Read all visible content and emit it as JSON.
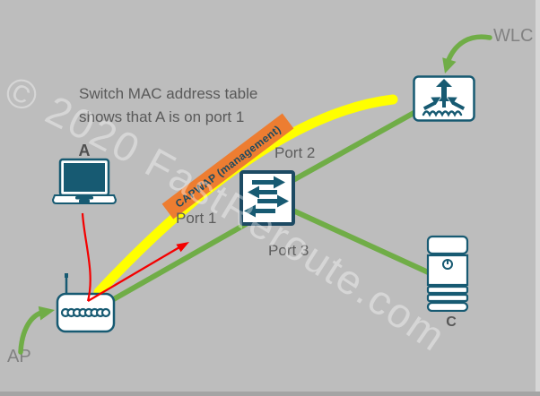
{
  "title": {
    "line1": "Switch MAC address table",
    "line2": "shows that A is on port 1"
  },
  "devices": {
    "laptop": {
      "label": "A",
      "icon": "laptop-icon"
    },
    "ap": {
      "label": "AP",
      "icon": "access-point-icon"
    },
    "wlc": {
      "label": "WLC",
      "icon": "wireless-lan-controller-icon"
    },
    "switch": {
      "icon": "switch-icon"
    },
    "server": {
      "label": "C",
      "icon": "server-icon"
    }
  },
  "ports": {
    "port1": "Port 1",
    "port2": "Port 2",
    "port3": "Port 3"
  },
  "tunnel": {
    "label": "CAPWAP (management)"
  },
  "watermark": "© 2020 FastReroute.com",
  "colors": {
    "background": "#bdbdbd",
    "device_teal": "#175a72",
    "link_green": "#70ad47",
    "tunnel_yellow": "#ffff00",
    "capwap_orange": "#ed7d31",
    "arrow_red": "#f40000",
    "heading_gray": "#595959",
    "pointer_label_gray": "#828282",
    "watermark_white": "#ffffff"
  }
}
